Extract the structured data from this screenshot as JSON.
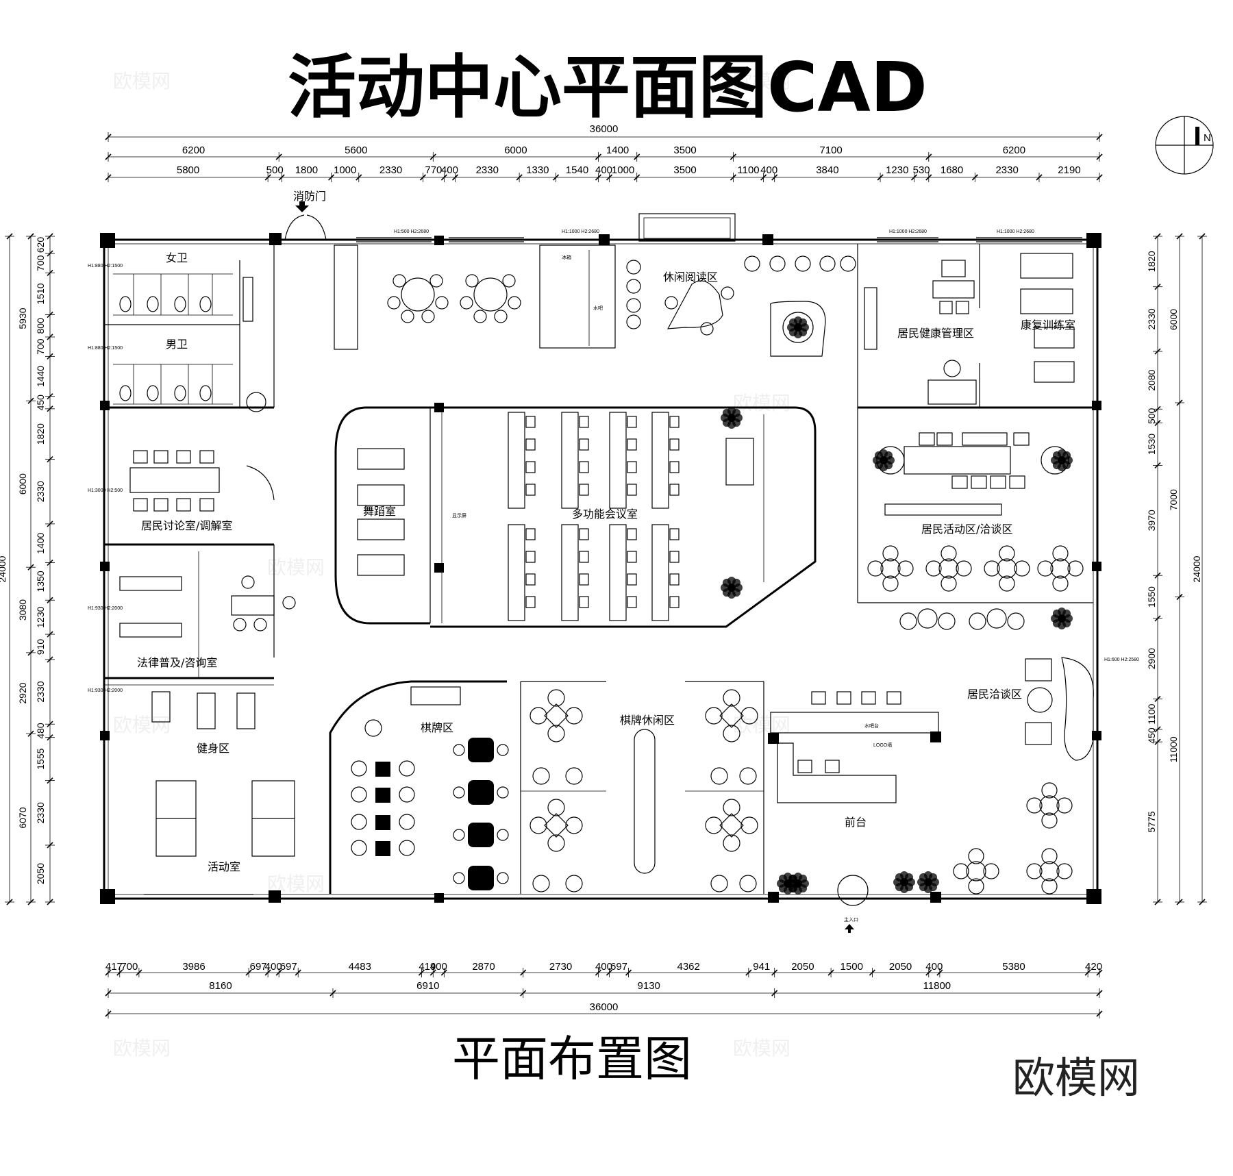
{
  "title": "活动中心平面图CAD",
  "subtitle": "平面布置图",
  "brand": "欧模网",
  "watermark": "欧模网",
  "north_label": "N",
  "door_fire": "消防门",
  "main_entrance": "主入口",
  "rooms": {
    "womens_toilet": "女卫",
    "mens_toilet": "男卫",
    "discussion_room": "居民讨论室/调解室",
    "legal_room": "法律普及/咨询室",
    "fitness": "健身区",
    "activity_room": "活动室",
    "dance_room": "舞蹈室",
    "meeting_room": "多功能会议室",
    "reading_area": "休闲阅读区",
    "health_mgmt": "居民健康管理区",
    "rehab_room": "康复训练室",
    "resident_activity": "居民活动区/洽谈区",
    "resident_talk": "居民洽谈区",
    "chess_area": "棋牌区",
    "chess_leisure": "棋牌休闲区",
    "reception": "前台",
    "fridge": "冰箱",
    "water_bar": "水吧",
    "water_counter": "水吧台",
    "logo_wall": "LOGO墙",
    "display": "显示屏"
  },
  "dims": {
    "top_total": "36000",
    "top_row1": [
      "6200",
      "5600",
      "6000",
      "1400",
      "3500",
      "7100",
      "6200"
    ],
    "top_row2": [
      "5800",
      "500",
      "1800",
      "1000",
      "2330",
      "770",
      "400",
      "2330",
      "1330",
      "1540",
      "400",
      "1000",
      "3500",
      "1100",
      "400",
      "3840",
      "1230",
      "530",
      "1680",
      "2330",
      "2190"
    ],
    "bottom_row1": [
      "417",
      "700",
      "3986",
      "697",
      "400",
      "697",
      "4483",
      "419",
      "400",
      "2870",
      "2730",
      "400",
      "697",
      "4362",
      "941",
      "2050",
      "1500",
      "2050",
      "400",
      "5380",
      "420"
    ],
    "bottom_row2": [
      "8160",
      "6910",
      "9130",
      "11800"
    ],
    "bottom_total": "36000",
    "left_outer": [
      "5930",
      "6000",
      "3080",
      "2920",
      "6070"
    ],
    "left_inner": [
      "620",
      "700",
      "1510",
      "800",
      "700",
      "1440",
      "450",
      "1820",
      "2330",
      "1400",
      "1350",
      "1230",
      "910",
      "2330",
      "480",
      "1555",
      "2330",
      "2050"
    ],
    "left_total": "24000",
    "right_inner": [
      "1820",
      "2330",
      "2080",
      "500",
      "1530",
      "3970",
      "1550",
      "2900",
      "1100",
      "450",
      "5775"
    ],
    "right_outer": [
      "6000",
      "7000",
      "11000"
    ],
    "right_total": "24000"
  },
  "window_tags": {
    "w1": "H1:880 H2:1500",
    "w2": "H1:3000 H2:500",
    "w3": "H1:930 H2:2000",
    "w4": "H1:500 H2:2680",
    "w5": "H1:1000 H2:2680",
    "w6": "H1:1000 H2:2680",
    "w7": "H1:600 H2:2580"
  }
}
